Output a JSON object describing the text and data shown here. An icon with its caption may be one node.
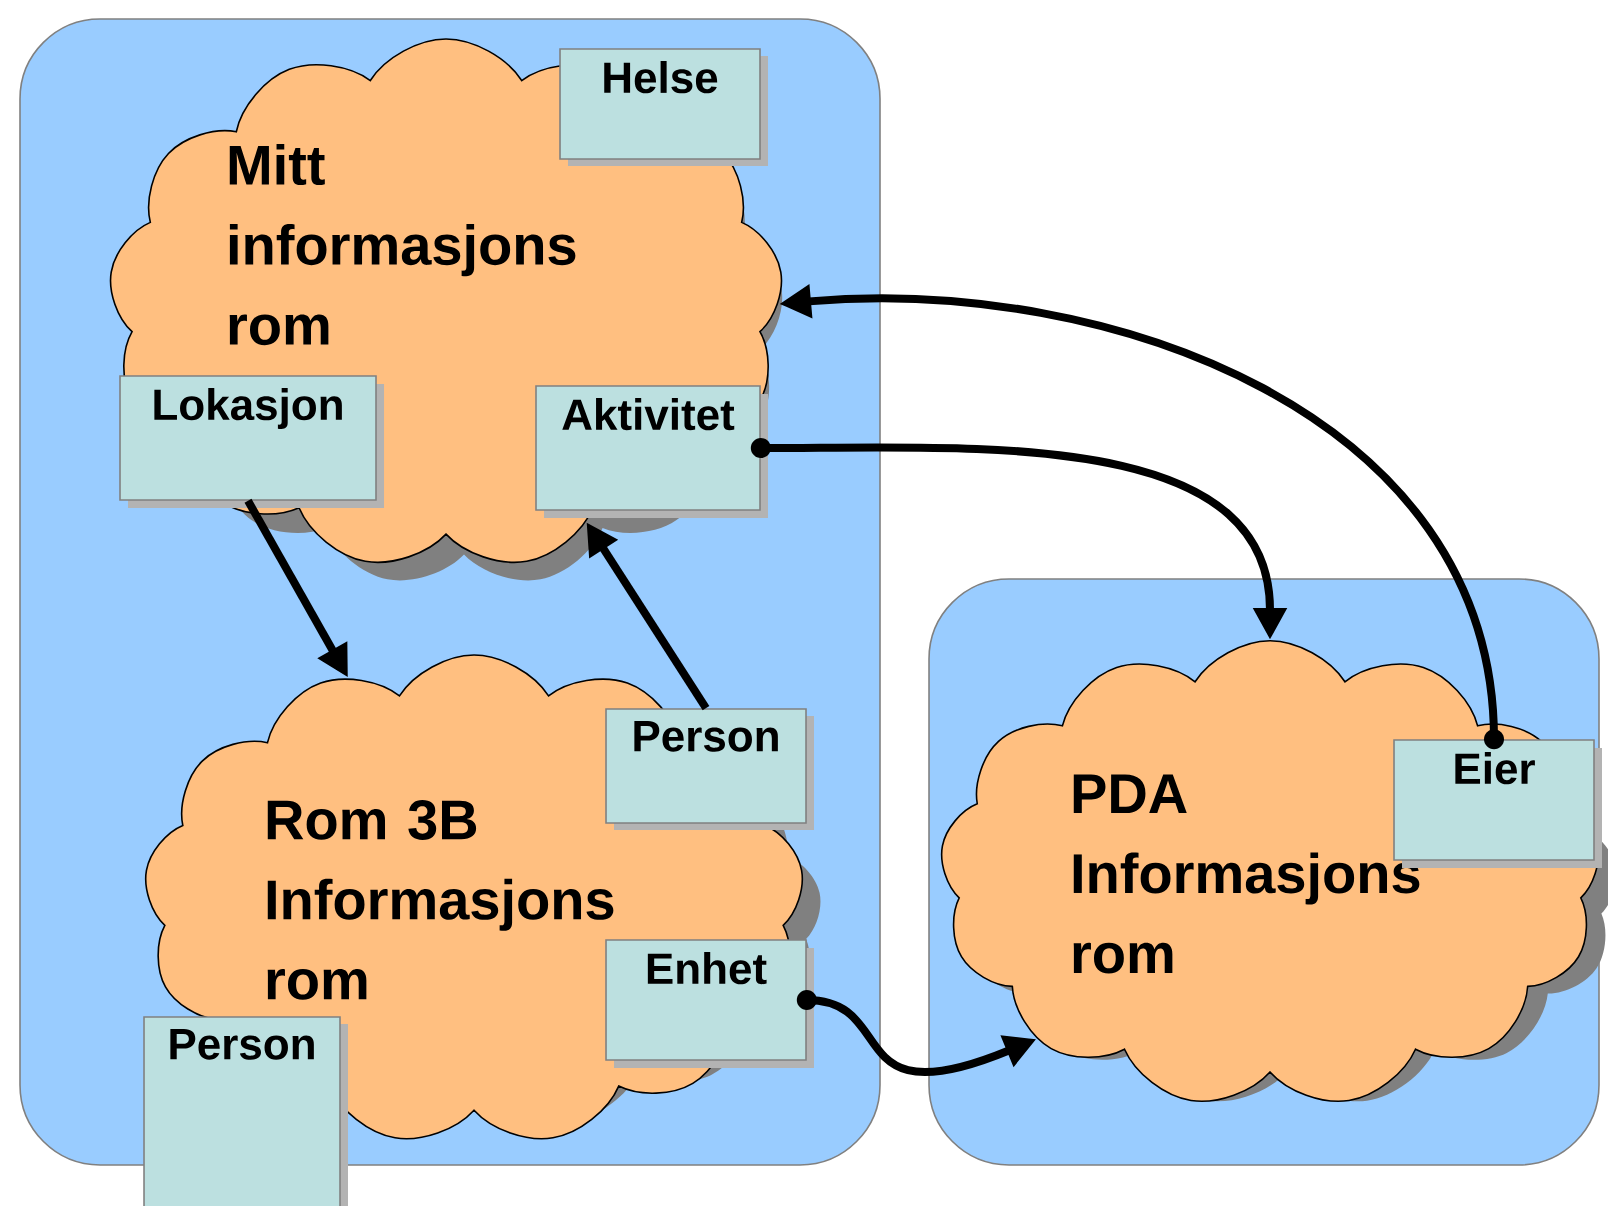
{
  "diagram": {
    "nodes": [
      {
        "text": [],
        "shape": "box"
      },
      {
        "text": [
          "Mitt informasjons rom"
        ],
        "in": 0
      },
      {
        "text": [
          "Helse"
        ],
        "in": 1
      },
      {
        "text": [
          "Lokasjon"
        ],
        "in": 1
      },
      {
        "text": [
          "Aktivitet"
        ],
        "in": 1
      },
      {
        "text": [
          "Rom 3B Informasjons rom"
        ],
        "in": 0
      },
      {
        "text": [
          "Person"
        ],
        "in": 5
      },
      {
        "text": [
          "Enhet"
        ],
        "in": 5
      },
      {
        "text": [
          "Person"
        ]
      },
      {
        "text": [],
        "shape": "box"
      },
      {
        "text": [
          "PDA Informasjons rom"
        ],
        "in": 9
      },
      {
        "text": [
          "Eier"
        ],
        "in": 10
      }
    ],
    "edges": [
      {
        "from": 3,
        "to": 5,
        "arrow": "to"
      },
      {
        "from": 6,
        "to": 1,
        "arrow": "to"
      },
      {
        "from": 4,
        "to": 10,
        "arrow": "to"
      },
      {
        "from": 11,
        "to": 1,
        "arrow": "to"
      },
      {
        "from": 7,
        "to": 10,
        "arrow": "to"
      }
    ]
  }
}
